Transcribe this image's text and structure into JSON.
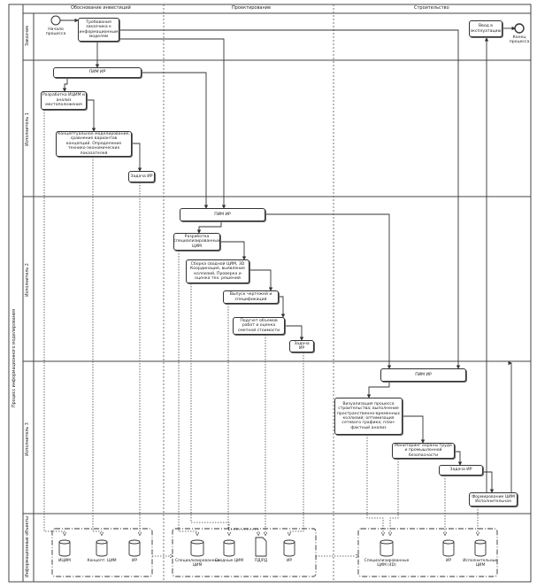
{
  "pool": {
    "label": "Процесс информационного моделирования"
  },
  "phases": [
    "Обоснование инвестиций",
    "Проектирование",
    "Строительство"
  ],
  "lanes": [
    "Заказчик",
    "Исполнитель 1",
    "Исполнитель 2",
    "Исполнитель 3",
    "Информационные объекты"
  ],
  "events": {
    "start": "Начало процесса",
    "end": "Конец процесса"
  },
  "tasks": {
    "customer_req": "Требования заказчика к информационным моделям",
    "commissioning": "Ввод в эксплуатацию",
    "l1_pim": "ПИМ ИР",
    "l1_develop": "Разработка ИЦИМ и анализ местоположения",
    "l1_concept": "Концептуальное моделирование, сравнение вариантов концепций. Определение технико-экономических показателей",
    "l1_task": "Задача ИР",
    "l2_pim": "ПИМ ИР",
    "l2_develop": "Разработка специализированных ЦИМ",
    "l2_assembly": "Сборка сводной ЦИМ, 3D Координация, выявление коллизий, Проверка и оценка тех. решений",
    "l2_drawings": "Выпуск чертежей и спецификаций",
    "l2_estimate": "Подсчет объемов работ и оценка сметной стоимости",
    "l2_task": "Задача ИР",
    "l3_pim": "ПИМ ИР",
    "l3_visual": "Визуализация процесса строительства; выполнение пространственно-временных коллизий; оптимизация сетевого графика; план-фактный анализ",
    "l3_monitor": "Мониторинг охраны труда и промышленной безопасности",
    "l3_task": "Задача ИР",
    "l3_asbuilt": "Формирование ЦИМ Исполнительная"
  },
  "objects": {
    "g1": [
      "ИЦИМ",
      "Концепт. ЦИМ",
      "ИР"
    ],
    "g2": [
      "Специализированные ЦИМ",
      "Сводные ЦИМ",
      "ПД/РД",
      "ИР"
    ],
    "g3": [
      "Специализированные ЦИМ (4D)",
      "ИР",
      "Исполнительные ЦИМ"
    ]
  }
}
